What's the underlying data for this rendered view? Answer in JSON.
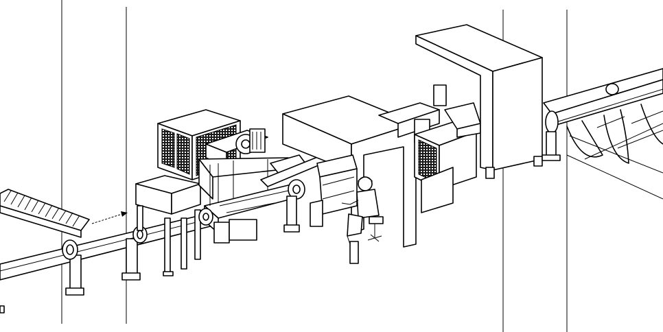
{
  "diagram": {
    "type": "line-art-illustration",
    "colors": {
      "ink": "#000000",
      "paper": "#ffffff",
      "mesh": "#1a1a1a"
    },
    "components": [
      "infeed-roller-conveyor",
      "feed-pipe",
      "pipe-support-rollers",
      "pipe-clamp-stand",
      "cutting-machine-with-mesh-panels",
      "operator-booth",
      "seated-operator",
      "inspection-unit",
      "control-cabinet",
      "outfeed-rack-conveyor",
      "building-columns"
    ]
  }
}
